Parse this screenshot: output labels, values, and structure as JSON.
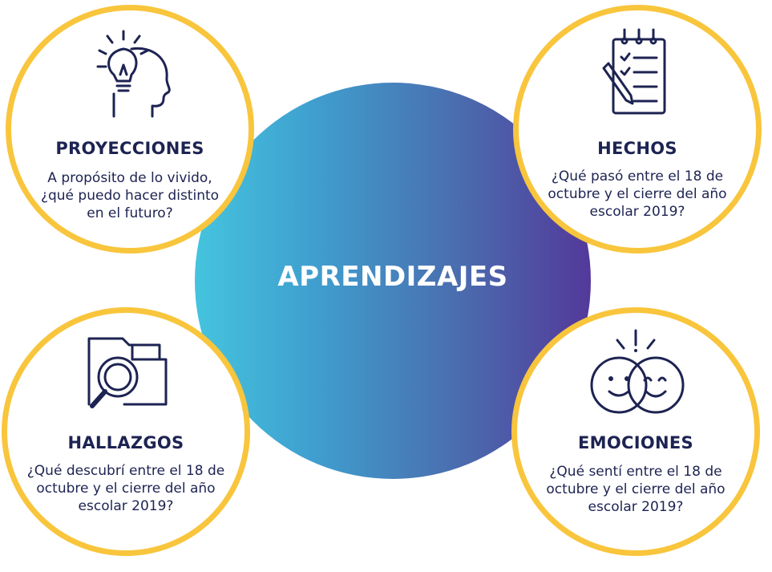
{
  "center": {
    "label": "APRENDIZAJES"
  },
  "nodes": {
    "proyecciones": {
      "icon": "head-lightbulb-icon",
      "title": "PROYECCIONES",
      "desc": "A propósito de lo vivido, ¿qué puedo hacer distinto en el futuro?"
    },
    "hechos": {
      "icon": "checklist-notepad-icon",
      "title": "HECHOS",
      "desc": "¿Qué pasó entre el 18 de octubre y el cierre del año escolar 2019?"
    },
    "hallazgos": {
      "icon": "folder-magnifier-icon",
      "title": "HALLAZGOS",
      "desc": "¿Qué descubrí entre el 18 de octubre y el cierre del año escolar 2019?"
    },
    "emociones": {
      "icon": "smiling-faces-icon",
      "title": "EMOCIONES",
      "desc": "¿Qué sentí entre el 18 de octubre y el cierre del año escolar 2019?"
    }
  },
  "colors": {
    "ring": "#f8c53c",
    "text": "#1d2352",
    "gradient_start": "#45c4de",
    "gradient_end": "#53399a"
  }
}
